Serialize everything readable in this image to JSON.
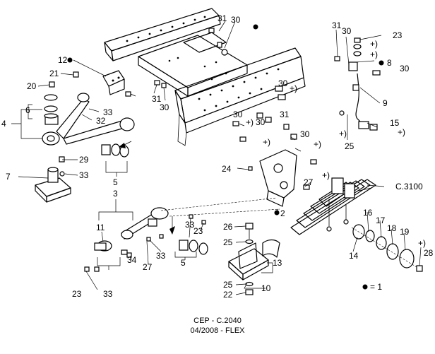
{
  "callouts": {
    "c31a": "31",
    "c30a": "30",
    "c12": "12",
    "c21": "21",
    "c20": "20",
    "c6": "6",
    "c4": "4",
    "c33a": "33",
    "c32": "32",
    "c31b": "31",
    "c30b": "30",
    "c31c": "31",
    "c30c": "30",
    "c23a": "23",
    "plus1": "+)",
    "plus2": "+)",
    "c8": "8",
    "c30d": "30",
    "c9": "9",
    "c15": "15",
    "plus3": "+)",
    "c25a": "25",
    "plusA": "+)",
    "c30e": "30",
    "plus4": "+)",
    "c30f": "30",
    "plus5": "+)",
    "c31d": "31",
    "c30g": "30",
    "plus6": "+)",
    "c30h": "30",
    "plus7": "+)",
    "c27a": "27",
    "plus8": "+)",
    "c24": "24",
    "c29": "29",
    "c33b": "33",
    "c7": "7",
    "c5a": "5",
    "c3": "3",
    "c2": "2",
    "c3100": "C.3100",
    "c11": "11",
    "c33c": "33",
    "c23b": "23",
    "c27b": "27",
    "c33d": "33",
    "c34": "34",
    "c23c": "23",
    "c33e": "33",
    "c5b": "5",
    "c26": "26",
    "c25b": "25",
    "c13": "13",
    "c10": "10",
    "c25c": "25",
    "c22": "22",
    "c14": "14",
    "c16": "16",
    "c17": "17",
    "c18": "18",
    "c19": "19",
    "c28": "28",
    "plus9": "+)",
    "legend": "= 1"
  },
  "footer": {
    "line1": "CEP - C.2040",
    "line2": "04/2008 - FLEX"
  }
}
